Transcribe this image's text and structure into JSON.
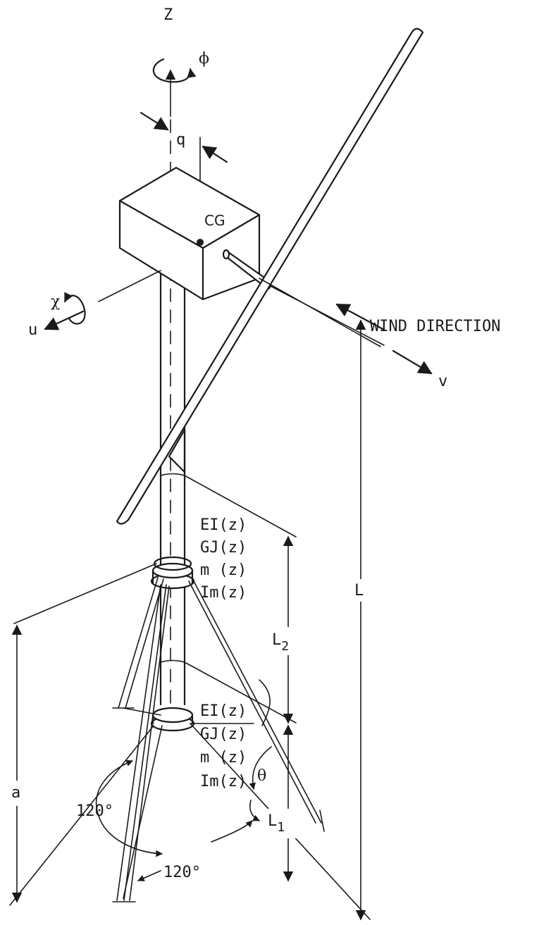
{
  "labels": {
    "z_axis": "Z",
    "phi": "ϕ",
    "q": "q",
    "cg": "CG",
    "chi": "χ",
    "u": "u",
    "wind_direction": "WIND DIRECTION",
    "v": "v",
    "L": "L",
    "L2_main": "L",
    "L2_sub": "2",
    "L1_main": "L",
    "L1_sub": "1",
    "a": "a",
    "theta": "θ",
    "angle_left": "120°",
    "angle_bottom": "120°"
  },
  "upper_properties": [
    "EI(z)",
    "GJ(z)",
    "m (z)",
    "Im(z)"
  ],
  "lower_properties": [
    "EI(z)",
    "GJ(z)",
    "m (z)",
    "Im(z)"
  ],
  "colors": {
    "ink": "#1a1a1a",
    "background": "#ffffff"
  }
}
